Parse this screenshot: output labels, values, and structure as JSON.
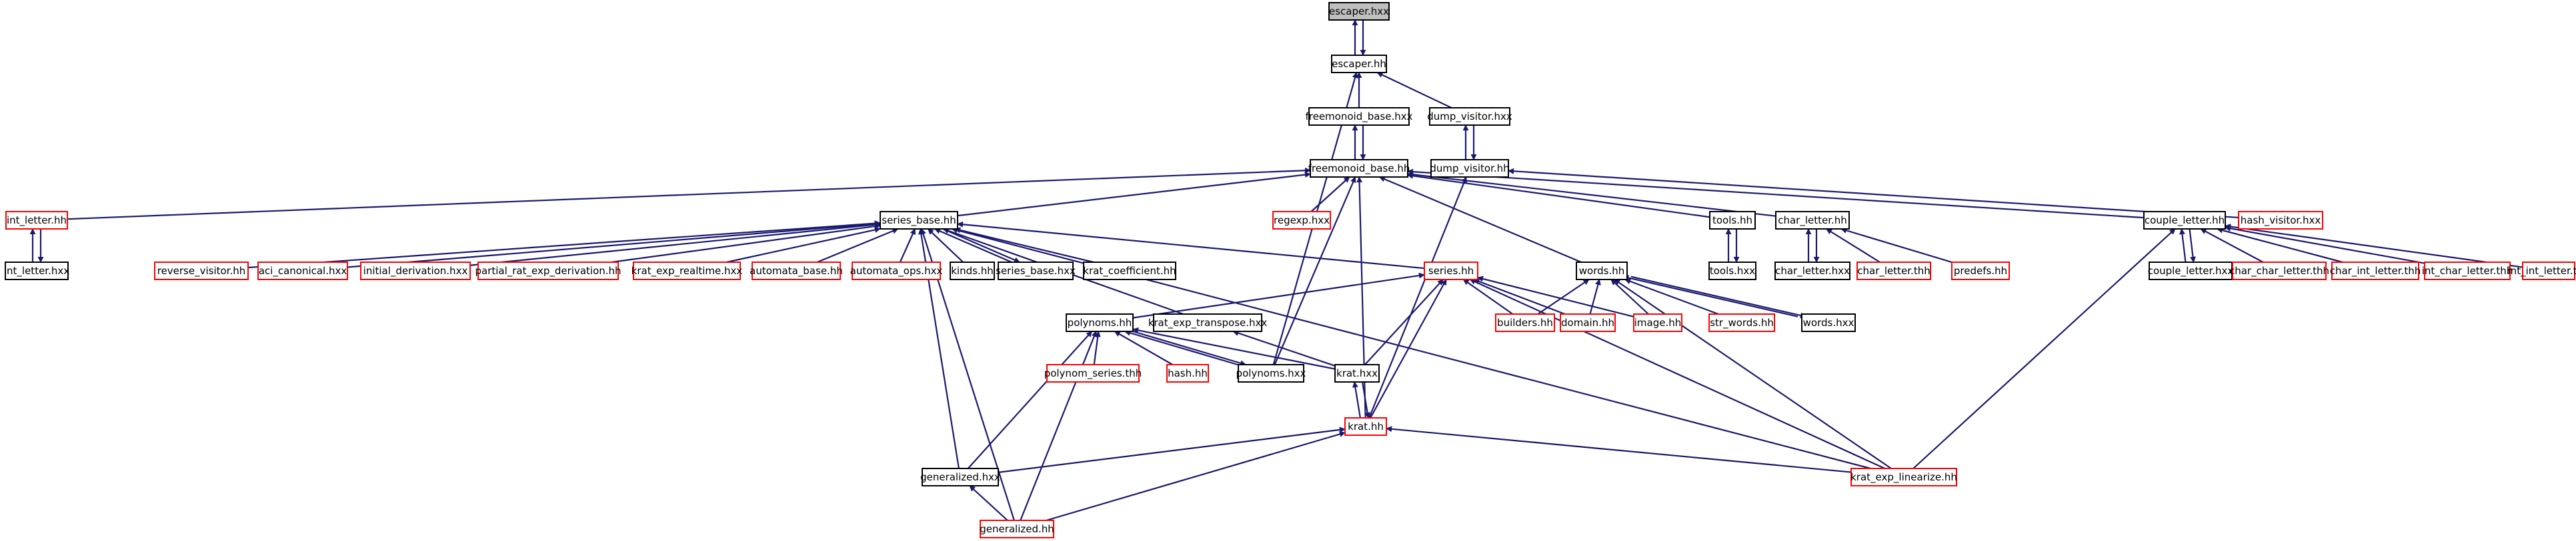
{
  "colors": {
    "edge": "#191970",
    "normal_border": "#000000",
    "truncated_border": "#ff0000",
    "root_fill": "#bfbfbf",
    "node_fill": "#ffffff",
    "text": "#000000"
  },
  "nodes": [
    {
      "id": "escaper_hxx",
      "label": "escaper.hxx",
      "kind": "root"
    },
    {
      "id": "escaper_hh",
      "label": "escaper.hh",
      "kind": "normal"
    },
    {
      "id": "freemonoid_base_hxx",
      "label": "freemonoid_base.hxx",
      "kind": "normal"
    },
    {
      "id": "dump_visitor_hxx",
      "label": "dump_visitor.hxx",
      "kind": "normal"
    },
    {
      "id": "freemonoid_base_hh",
      "label": "freemonoid_base.hh",
      "kind": "normal"
    },
    {
      "id": "dump_visitor_hh",
      "label": "dump_visitor.hh",
      "kind": "normal"
    },
    {
      "id": "int_letter_hh",
      "label": "int_letter.hh",
      "kind": "truncated"
    },
    {
      "id": "int_letter_hxx",
      "label": "int_letter.hxx",
      "kind": "normal"
    },
    {
      "id": "series_base_hh",
      "label": "series_base.hh",
      "kind": "normal"
    },
    {
      "id": "regexp_hxx",
      "label": "regexp.hxx",
      "kind": "truncated"
    },
    {
      "id": "tools_hh",
      "label": "tools.hh",
      "kind": "normal"
    },
    {
      "id": "tools_hxx",
      "label": "tools.hxx",
      "kind": "normal"
    },
    {
      "id": "char_letter_hh",
      "label": "char_letter.hh",
      "kind": "normal"
    },
    {
      "id": "char_letter_hxx",
      "label": "char_letter.hxx",
      "kind": "normal"
    },
    {
      "id": "couple_letter_hh",
      "label": "couple_letter.hh",
      "kind": "normal"
    },
    {
      "id": "hash_visitor_hxx",
      "label": "hash_visitor.hxx",
      "kind": "truncated"
    },
    {
      "id": "reverse_visitor_hh",
      "label": "reverse_visitor.hh",
      "kind": "truncated"
    },
    {
      "id": "aci_canonical_hxx",
      "label": "aci_canonical.hxx",
      "kind": "truncated"
    },
    {
      "id": "initial_derivation_hxx",
      "label": "initial_derivation.hxx",
      "kind": "truncated"
    },
    {
      "id": "partial_rat_exp_derivation_hh",
      "label": "partial_rat_exp_derivation.hh",
      "kind": "truncated"
    },
    {
      "id": "krat_exp_realtime_hxx",
      "label": "krat_exp_realtime.hxx",
      "kind": "truncated"
    },
    {
      "id": "automata_base_hh",
      "label": "automata_base.hh",
      "kind": "truncated"
    },
    {
      "id": "automata_ops_hxx",
      "label": "automata_ops.hxx",
      "kind": "truncated"
    },
    {
      "id": "kinds_hh",
      "label": "kinds.hh",
      "kind": "normal"
    },
    {
      "id": "series_base_hxx",
      "label": "series_base.hxx",
      "kind": "normal"
    },
    {
      "id": "krat_coefficient_hh",
      "label": "krat_coefficient.hh",
      "kind": "normal"
    },
    {
      "id": "series_hh",
      "label": "series.hh",
      "kind": "truncated"
    },
    {
      "id": "words_hh",
      "label": "words.hh",
      "kind": "normal"
    },
    {
      "id": "char_letter_thh",
      "label": "char_letter.thh",
      "kind": "truncated"
    },
    {
      "id": "predefs_hh",
      "label": "predefs.hh",
      "kind": "truncated"
    },
    {
      "id": "couple_letter_hxx",
      "label": "couple_letter.hxx",
      "kind": "normal"
    },
    {
      "id": "char_char_letter_thh",
      "label": "char_char_letter.thh",
      "kind": "truncated"
    },
    {
      "id": "char_int_letter_thh",
      "label": "char_int_letter.thh",
      "kind": "truncated"
    },
    {
      "id": "int_char_letter_thh",
      "label": "int_char_letter.thh",
      "kind": "truncated"
    },
    {
      "id": "int_int_letter_thh",
      "label": "int_int_letter.thh",
      "kind": "truncated"
    },
    {
      "id": "polynoms_hh",
      "label": "polynoms.hh",
      "kind": "normal"
    },
    {
      "id": "krat_exp_transpose_hxx",
      "label": "krat_exp_transpose.hxx",
      "kind": "normal"
    },
    {
      "id": "builders_hh",
      "label": "builders.hh",
      "kind": "truncated"
    },
    {
      "id": "domain_hh",
      "label": "domain.hh",
      "kind": "truncated"
    },
    {
      "id": "image_hh",
      "label": "image.hh",
      "kind": "truncated"
    },
    {
      "id": "str_words_hh",
      "label": "str_words.hh",
      "kind": "truncated"
    },
    {
      "id": "words_hxx",
      "label": "words.hxx",
      "kind": "normal"
    },
    {
      "id": "polynom_series_thh",
      "label": "polynom_series.thh",
      "kind": "truncated"
    },
    {
      "id": "hash_hh",
      "label": "hash.hh",
      "kind": "truncated"
    },
    {
      "id": "polynoms_hxx",
      "label": "polynoms.hxx",
      "kind": "normal"
    },
    {
      "id": "krat_hxx",
      "label": "krat.hxx",
      "kind": "normal"
    },
    {
      "id": "krat_hh",
      "label": "krat.hh",
      "kind": "truncated"
    },
    {
      "id": "generalized_hxx",
      "label": "generalized.hxx",
      "kind": "normal"
    },
    {
      "id": "krat_exp_linearize_hh",
      "label": "krat_exp_linearize.hh",
      "kind": "truncated"
    },
    {
      "id": "generalized_hh",
      "label": "generalized.hh",
      "kind": "truncated"
    }
  ],
  "edges": [
    [
      "escaper_hxx",
      "escaper_hh"
    ],
    [
      "escaper_hh",
      "escaper_hxx"
    ],
    [
      "escaper_hh",
      "freemonoid_base_hxx"
    ],
    [
      "escaper_hh",
      "dump_visitor_hxx"
    ],
    [
      "escaper_hh",
      "polynoms_hxx"
    ],
    [
      "freemonoid_base_hxx",
      "freemonoid_base_hh"
    ],
    [
      "freemonoid_base_hh",
      "freemonoid_base_hxx"
    ],
    [
      "dump_visitor_hxx",
      "dump_visitor_hh"
    ],
    [
      "dump_visitor_hh",
      "dump_visitor_hxx"
    ],
    [
      "dump_visitor_hh",
      "krat_hh"
    ],
    [
      "dump_visitor_hh",
      "hash_visitor_hxx"
    ],
    [
      "freemonoid_base_hh",
      "int_letter_hh"
    ],
    [
      "freemonoid_base_hh",
      "series_base_hh"
    ],
    [
      "freemonoid_base_hh",
      "regexp_hxx"
    ],
    [
      "freemonoid_base_hh",
      "tools_hh"
    ],
    [
      "freemonoid_base_hh",
      "char_letter_hh"
    ],
    [
      "freemonoid_base_hh",
      "couple_letter_hh"
    ],
    [
      "freemonoid_base_hh",
      "words_hh"
    ],
    [
      "freemonoid_base_hh",
      "polynoms_hxx"
    ],
    [
      "freemonoid_base_hh",
      "krat_hh"
    ],
    [
      "int_letter_hh",
      "int_letter_hxx"
    ],
    [
      "int_letter_hxx",
      "int_letter_hh"
    ],
    [
      "tools_hh",
      "tools_hxx"
    ],
    [
      "tools_hxx",
      "tools_hh"
    ],
    [
      "char_letter_hh",
      "char_letter_hxx"
    ],
    [
      "char_letter_hxx",
      "char_letter_hh"
    ],
    [
      "char_letter_hh",
      "char_letter_thh"
    ],
    [
      "char_letter_hh",
      "predefs_hh"
    ],
    [
      "couple_letter_hh",
      "couple_letter_hxx"
    ],
    [
      "couple_letter_hxx",
      "couple_letter_hh"
    ],
    [
      "couple_letter_hh",
      "char_char_letter_thh"
    ],
    [
      "couple_letter_hh",
      "char_int_letter_thh"
    ],
    [
      "couple_letter_hh",
      "int_char_letter_thh"
    ],
    [
      "couple_letter_hh",
      "int_int_letter_thh"
    ],
    [
      "couple_letter_hh",
      "krat_exp_linearize_hh"
    ],
    [
      "series_base_hh",
      "reverse_visitor_hh"
    ],
    [
      "series_base_hh",
      "aci_canonical_hxx"
    ],
    [
      "series_base_hh",
      "initial_derivation_hxx"
    ],
    [
      "series_base_hh",
      "partial_rat_exp_derivation_hh"
    ],
    [
      "series_base_hh",
      "krat_exp_realtime_hxx"
    ],
    [
      "series_base_hh",
      "automata_base_hh"
    ],
    [
      "series_base_hh",
      "automata_ops_hxx"
    ],
    [
      "series_base_hh",
      "kinds_hh"
    ],
    [
      "series_base_hh",
      "series_base_hxx"
    ],
    [
      "series_base_hh",
      "krat_coefficient_hh"
    ],
    [
      "series_base_hh",
      "series_hh"
    ],
    [
      "series_base_hh",
      "krat_exp_transpose_hxx"
    ],
    [
      "series_base_hh",
      "krat_exp_linearize_hh"
    ],
    [
      "series_base_hh",
      "generalized_hxx"
    ],
    [
      "series_base_hh",
      "generalized_hh"
    ],
    [
      "series_base_hxx",
      "series_base_hh"
    ],
    [
      "series_hh",
      "polynoms_hh"
    ],
    [
      "series_hh",
      "builders_hh"
    ],
    [
      "series_hh",
      "domain_hh"
    ],
    [
      "series_hh",
      "image_hh"
    ],
    [
      "series_hh",
      "krat_hxx"
    ],
    [
      "series_hh",
      "krat_hh"
    ],
    [
      "series_hh",
      "krat_exp_linearize_hh"
    ],
    [
      "words_hh",
      "builders_hh"
    ],
    [
      "words_hh",
      "domain_hh"
    ],
    [
      "words_hh",
      "image_hh"
    ],
    [
      "words_hh",
      "str_words_hh"
    ],
    [
      "words_hh",
      "words_hxx"
    ],
    [
      "words_hxx",
      "words_hh"
    ],
    [
      "words_hh",
      "krat_exp_linearize_hh"
    ],
    [
      "polynoms_hh",
      "polynom_series_thh"
    ],
    [
      "polynoms_hh",
      "hash_hh"
    ],
    [
      "polynoms_hh",
      "polynoms_hxx"
    ],
    [
      "polynoms_hh",
      "krat_hxx"
    ],
    [
      "polynoms_hh",
      "generalized_hxx"
    ],
    [
      "polynoms_hh",
      "generalized_hh"
    ],
    [
      "polynoms_hxx",
      "polynoms_hh"
    ],
    [
      "krat_exp_transpose_hxx",
      "krat_hxx"
    ],
    [
      "krat_hxx",
      "krat_hh"
    ],
    [
      "krat_hh",
      "krat_hxx"
    ],
    [
      "krat_hh",
      "generalized_hxx"
    ],
    [
      "krat_hh",
      "generalized_hh"
    ],
    [
      "krat_hh",
      "krat_exp_linearize_hh"
    ],
    [
      "generalized_hxx",
      "generalized_hh"
    ]
  ]
}
